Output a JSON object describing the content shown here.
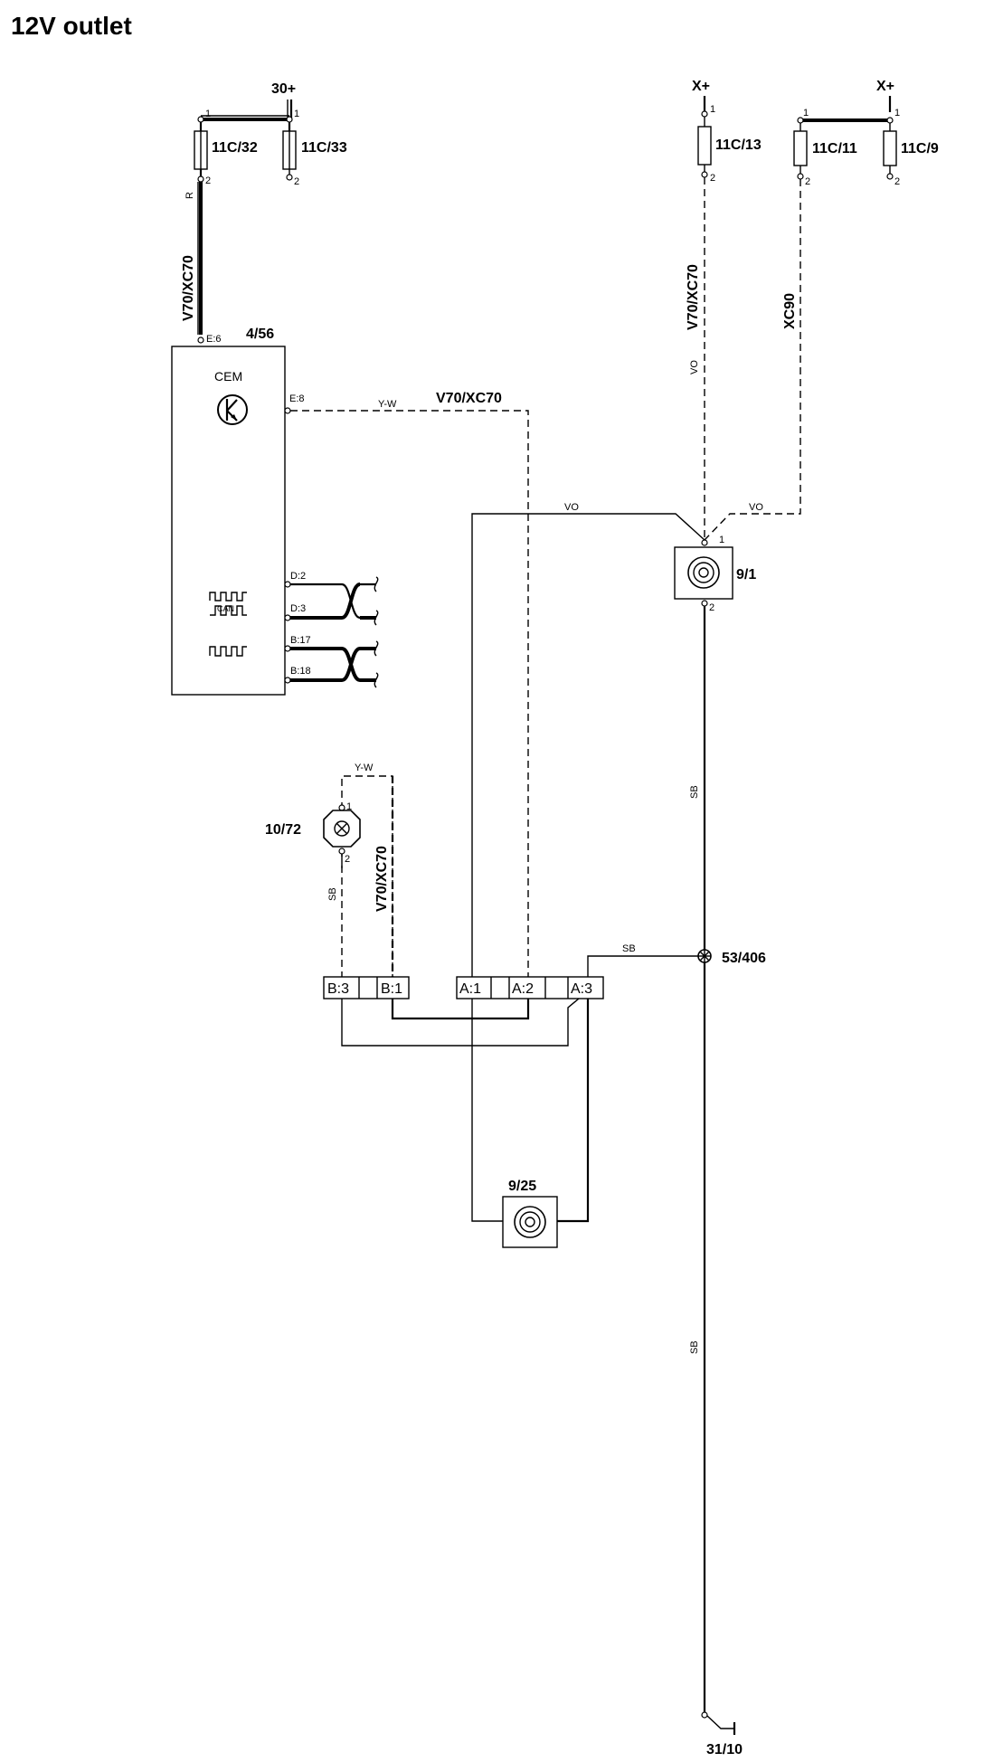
{
  "title": "12V outlet",
  "supplies": {
    "s30": "30+",
    "x1": "X+",
    "x2": "X+",
    "ground": "31/10"
  },
  "fuses": {
    "f32": "11C/32",
    "f33": "11C/33",
    "f13": "11C/13",
    "f11": "11C/11",
    "f9": "11C/9"
  },
  "pins": {
    "p1": "1",
    "p2": "2"
  },
  "cem": {
    "ref": "4/56",
    "label": "CEM",
    "can_label": "CAN",
    "pin_e6": "E:6",
    "pin_e8": "E:8",
    "pin_d2": "D:2",
    "pin_d3": "D:3",
    "pin_b17": "B:17",
    "pin_b18": "B:18"
  },
  "components": {
    "outlet_front": "9/1",
    "outlet_rear": "9/25",
    "lamp": "10/72",
    "splice": "53/406"
  },
  "connector": {
    "b3": "B:3",
    "b1": "B:1",
    "a1": "A:1",
    "a2": "A:2",
    "a3": "A:3"
  },
  "wires": {
    "r": "R",
    "yw": "Y-W",
    "vo": "VO",
    "sb": "SB",
    "v70xc70": "V70/XC70",
    "xc90": "XC90"
  }
}
